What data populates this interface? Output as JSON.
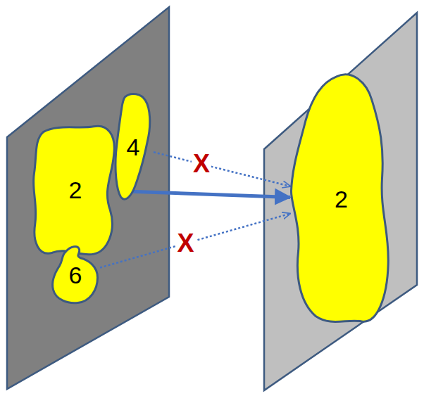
{
  "diagram": {
    "nodes": [
      {
        "text": [
          "4"
        ]
      },
      {
        "text": [
          "2"
        ]
      },
      {
        "text": [
          "6"
        ]
      },
      {
        "text": [
          "2"
        ]
      }
    ],
    "edges": [
      {
        "from": 1,
        "to": 3,
        "arrow": "to"
      },
      {
        "from": 0,
        "to": 3,
        "arrow": "to",
        "label": "X"
      },
      {
        "from": 2,
        "to": 3,
        "arrow": "to",
        "label": "X"
      }
    ]
  }
}
